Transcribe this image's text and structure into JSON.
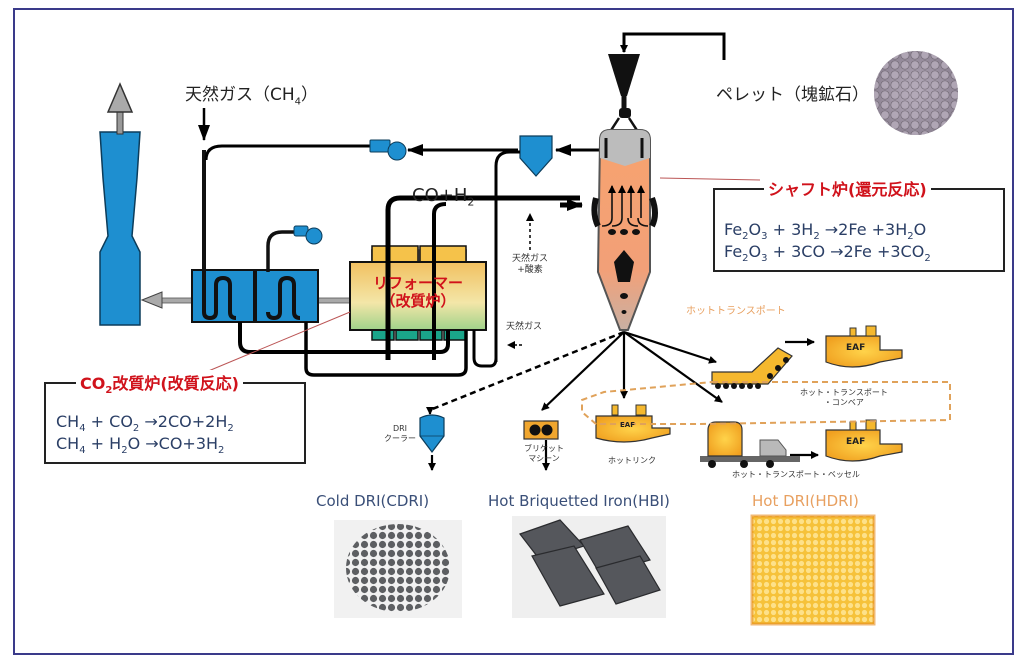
{
  "labels": {
    "natural_gas_ch4": "天然ガス（CH",
    "natural_gas_ch4_sub": "4",
    "natural_gas_ch4_close": "）",
    "pellet": "ペレット（塊鉱石）",
    "co_h2": "CO+H",
    "co_h2_sub": "2",
    "natural_gas_oxygen_line1": "天然ガス",
    "natural_gas_oxygen_line2": "+酸素",
    "natural_gas": "天然ガス",
    "reformer_line1": "リフォーマー",
    "reformer_line2": "（改質炉）",
    "dri_cooler_line1": "DRI",
    "dri_cooler_line2": "クーラー",
    "briquette_line1": "ブリケット",
    "briquette_line2": "マシーン",
    "hot_link": "ホットリンク",
    "hot_transport": "ホットトランスポート",
    "hot_transport_conveyor_line1": "ホット・トランスポート",
    "hot_transport_conveyor_line2": "・コンベア",
    "hot_transport_vessel": "ホット・トランスポート・ベッセル",
    "eaf": "EAF"
  },
  "shaft_box": {
    "title": "シャフト炉(還元反応)",
    "eq1": {
      "a": "Fe",
      "a_sub": "2",
      "b": "O",
      "b_sub": "3",
      "c": " + 3H",
      "c_sub": "2",
      "d": " →2Fe +3H",
      "d_sub": "2",
      "e": "O"
    },
    "eq2": {
      "a": "Fe",
      "a_sub": "2",
      "b": "O",
      "b_sub": "3",
      "c": " + 3CO →2Fe +3CO",
      "c_sub": "2"
    }
  },
  "co2_box": {
    "title_prefix": "CO",
    "title_sub": "2",
    "title_rest": "改質炉(改質反応)",
    "eq1": {
      "a": "CH",
      "a_sub": "4",
      "b": " + CO",
      "b_sub": "2",
      "c": " →2CO+2H",
      "c_sub": "2"
    },
    "eq2": {
      "a": "CH",
      "a_sub": "4",
      "b": " + H",
      "b_sub": "2",
      "c": "O →CO+3H",
      "c_sub": "2"
    }
  },
  "products": {
    "cdri": "Cold DRI(CDRI)",
    "hbi": "Hot Briquetted Iron(HBI)",
    "hdri": "Hot DRI(HDRI)"
  },
  "colors": {
    "equipment_blue": "#1e8fd0",
    "furnace_orange": "#f5a673",
    "hot_yellow": "#f5b82e",
    "reformer_green": "#1aa58a",
    "title_red": "#d0121b",
    "equation_navy": "#2b3f66",
    "frame": "#3a3a8a"
  }
}
